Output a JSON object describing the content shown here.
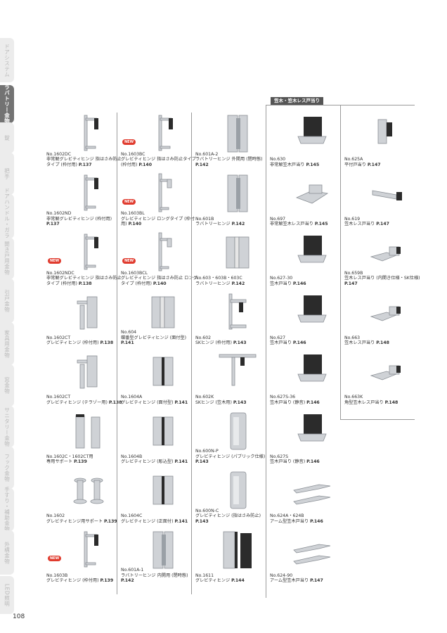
{
  "sidebar": {
    "tabs": [
      {
        "label": "ドアシステム",
        "active": false
      },
      {
        "label": "ラバトリー金物",
        "active": true
      },
      {
        "label": "錠",
        "active": false
      },
      {
        "label": "把手",
        "active": false
      },
      {
        "label": "ドアハンドル・ガラス",
        "active": false
      },
      {
        "label": "開き戸用金物",
        "active": false
      },
      {
        "label": "引戸金物",
        "active": false
      },
      {
        "label": "家具用金物",
        "active": false
      },
      {
        "label": "窓金物",
        "active": false
      },
      {
        "label": "サニタリー金物",
        "active": false
      },
      {
        "label": "フック金物",
        "active": false
      },
      {
        "label": "手すり・補助金物",
        "active": false
      },
      {
        "label": "外構金物",
        "active": false
      },
      {
        "label": "LED照明",
        "active": false
      }
    ]
  },
  "section_label": "笠木・笠木レス戸当り",
  "new_badge": "NEW",
  "columns": [
    [
      {
        "no": "No.1602DC",
        "desc": "非常解グレビティヒンジ 指はさみ防止タイプ (枠付用)",
        "page": "P.137",
        "icon": "gravity-hinge-icon",
        "new": false
      },
      {
        "no": "No.1602ND",
        "desc": "非常解グレビティヒンジ (枠付用)",
        "page": "P.137",
        "icon": "gravity-hinge-icon",
        "new": false
      },
      {
        "no": "No.1602NDC",
        "desc": "非常解グレビティヒンジ 指はさみ防止タイプ (枠付用)",
        "page": "P.138",
        "icon": "gravity-hinge-icon",
        "new": true
      },
      {
        "no": "No.1602CT",
        "desc": "グレビティヒンジ (枠付用)",
        "page": "P.138",
        "icon": "hinge-bracket-icon",
        "new": false
      },
      {
        "no": "No.1602CT",
        "desc": "グレビティヒンジ (テラゾー用)",
        "page": "P.138",
        "icon": "hinge-bracket-icon",
        "new": false
      },
      {
        "no": "No.1602C・1602CT用",
        "desc": "専用サポート",
        "page": "P.139",
        "icon": "support-post-icon",
        "new": false
      },
      {
        "no": "No.1602",
        "desc": "グレビティヒンジ用サポート",
        "page": "P.139",
        "icon": "support-foot-icon",
        "new": false
      },
      {
        "no": "No.1603B",
        "desc": "グレビティヒンジ (枠付用)",
        "page": "P.139",
        "icon": "gravity-hinge-icon",
        "new": true
      }
    ],
    [
      {
        "no": "No.1603BC",
        "desc": "グレビティヒンジ 指はさみ防止タイプ (枠付用)",
        "page": "P.140",
        "icon": "gravity-hinge-icon",
        "new": true
      },
      {
        "no": "No.1603BL",
        "desc": "グレビティヒンジ ロングタイプ (枠付用)",
        "page": "P.140",
        "icon": "long-hinge-icon",
        "new": true
      },
      {
        "no": "No.1603BCL",
        "desc": "グレビティヒンジ 指はさみ防止 ロングタイプ (枠付用)",
        "page": "P.140",
        "icon": "long-hinge-icon",
        "new": true
      },
      {
        "no": "No.604",
        "desc": "蝶番型グレビティヒンジ (面付型)",
        "page": "P.141",
        "icon": "butt-hinge-icon",
        "new": false
      },
      {
        "no": "No.1604A",
        "desc": "グレビティヒンジ (面付型)",
        "page": "P.141",
        "icon": "flat-hinge-icon",
        "new": false
      },
      {
        "no": "No.1604B",
        "desc": "グレビティヒンジ (彫込型)",
        "page": "P.141",
        "icon": "flat-hinge-icon",
        "new": false
      },
      {
        "no": "No.1604C",
        "desc": "グレビティヒンジ (正面付)",
        "page": "P.141",
        "icon": "flat-hinge-icon",
        "new": false
      },
      {
        "no": "No.601A-1",
        "desc": "ラバトリーヒンジ 内開用 (閉時態)",
        "page": "P.142",
        "icon": "lavatory-hinge-icon",
        "new": false
      }
    ],
    [
      {
        "no": "No.601A-2",
        "desc": "ラバトリーヒンジ 外開用 (閉時態)",
        "page": "P.142",
        "icon": "lavatory-hinge-icon",
        "new": false
      },
      {
        "no": "No.601B",
        "desc": "ラバトリーヒンジ",
        "page": "P.142",
        "icon": "lavatory-hinge-icon",
        "new": false
      },
      {
        "no": "No.603・603B・603C",
        "desc": "ラバトリーヒンジ",
        "page": "P.142",
        "icon": "butt-hinge-icon",
        "new": false
      },
      {
        "no": "No.602",
        "desc": "SKヒンジ (枠付用)",
        "page": "P.143",
        "icon": "sk-hinge-icon",
        "new": false
      },
      {
        "no": "No.602K",
        "desc": "SKヒンジ (笠木用)",
        "page": "P.143",
        "icon": "sk-hinge-top-icon",
        "new": false
      },
      {
        "no": "No.600N-P",
        "desc": "グレビティヒンジ (パブリック仕様)",
        "page": "P.143",
        "icon": "public-hinge-icon",
        "new": false
      },
      {
        "no": "No.600N-C",
        "desc": "グレビティヒンジ (指はさみ防止)",
        "page": "P.143",
        "icon": "public-hinge-icon",
        "new": false
      },
      {
        "no": "No.1611",
        "desc": "グレビティヒンジ",
        "page": "P.144",
        "icon": "panel-hinge-icon",
        "new": false
      }
    ],
    [
      {
        "no": "No.630",
        "desc": "非常解笠木戸当り",
        "page": "P.145",
        "icon": "door-stop-icon",
        "new": false
      },
      {
        "no": "No.697",
        "desc": "非常解笠木レス戸当り",
        "page": "P.145",
        "icon": "door-stop-bracket-icon",
        "new": false
      },
      {
        "no": "No.627-30",
        "desc": "笠木戸当り",
        "page": "P.146",
        "icon": "door-stop-icon",
        "new": false
      },
      {
        "no": "No.627",
        "desc": "笠木戸当り",
        "page": "P.146",
        "icon": "door-stop-icon",
        "new": false
      },
      {
        "no": "No.627S-36",
        "desc": "笠木戸当り (静音)",
        "page": "P.146",
        "icon": "door-stop-icon",
        "new": false
      },
      {
        "no": "No.627S",
        "desc": "笠木戸当り (静音)",
        "page": "P.146",
        "icon": "door-stop-icon",
        "new": false
      },
      {
        "no": "No.624A・624B",
        "desc": "アーム型笠木戸当り",
        "page": "P.146",
        "icon": "arm-stop-icon",
        "new": false
      },
      {
        "no": "No.624-90",
        "desc": "アーム型笠木戸当り",
        "page": "P.147",
        "icon": "arm-stop-icon",
        "new": false
      }
    ],
    [
      {
        "no": "No.625A",
        "desc": "平付戸当り",
        "page": "P.147",
        "icon": "flat-stop-icon",
        "new": false
      },
      {
        "no": "No.619",
        "desc": "笠木レス戸当り",
        "page": "P.147",
        "icon": "bar-stop-icon",
        "new": false
      },
      {
        "no": "No.659B",
        "desc": "笠木レス戸当り (内開き仕様・SK仕様)",
        "page": "P.147",
        "icon": "angle-stop-icon",
        "new": false
      },
      {
        "no": "No.663",
        "desc": "笠木レス戸当り",
        "page": "P.148",
        "icon": "angle-stop-icon",
        "new": false
      },
      {
        "no": "No.663K",
        "desc": "角型笠木レス戸当り",
        "page": "P.148",
        "icon": "angle-stop-icon",
        "new": false
      }
    ]
  ],
  "page_number": "108",
  "colors": {
    "badge": "#e03b2e",
    "tab_active": "#737373",
    "tab_inactive": "#ececec",
    "rule": "#9a9a9a"
  }
}
